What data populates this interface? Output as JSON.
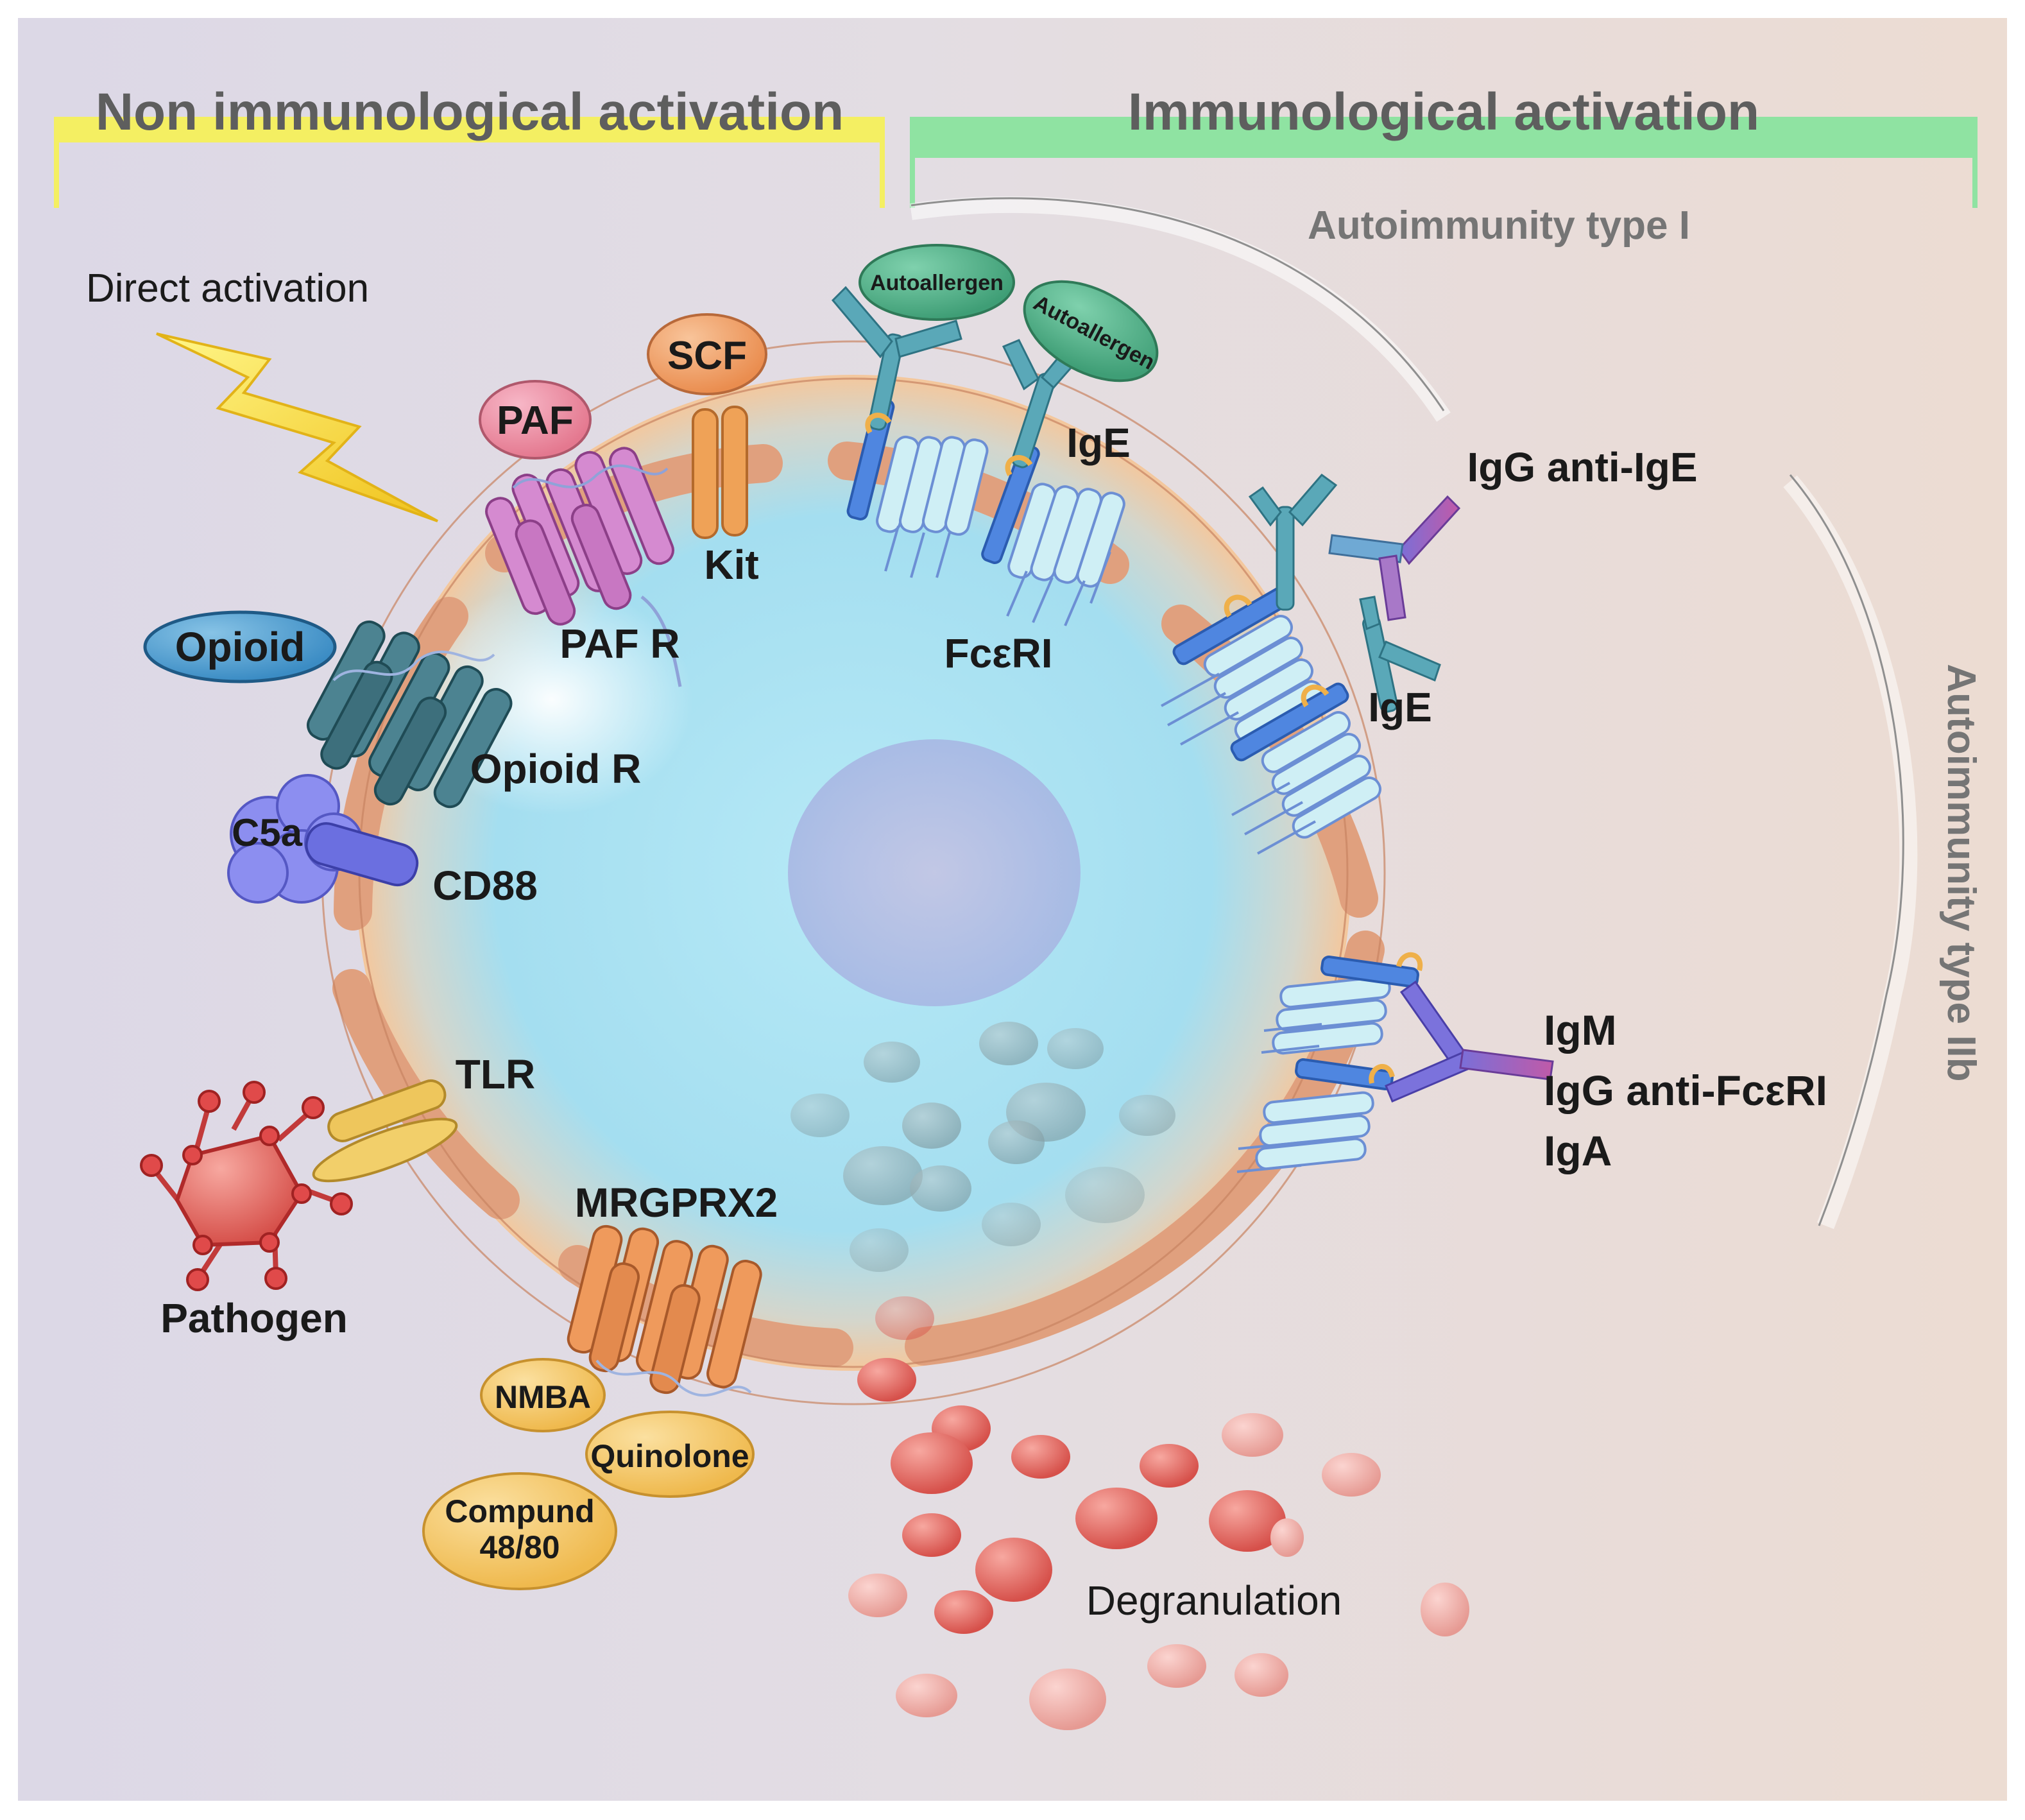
{
  "headers": {
    "non_immunological": "Non immunological activation",
    "immunological": "Immunological activation",
    "autoimmunity_type_i": "Autoimmunity type I",
    "autoimmunity_type_iib": "Autoimmunity type IIb"
  },
  "labels": {
    "direct_activation": "Direct activation",
    "scf": "SCF",
    "kit": "Kit",
    "paf": "PAF",
    "paf_r": "PAF R",
    "opioid": "Opioid",
    "opioid_r": "Opioid R",
    "c5a": "C5a",
    "cd88": "CD88",
    "tlr": "TLR",
    "pathogen": "Pathogen",
    "mrgprx2": "MRGPRX2",
    "nmba": "NMBA",
    "quinolone": "Quinolone",
    "compound_line1": "Compund",
    "compound_line2": "48/80",
    "autoallergen_1": "Autoallergen",
    "autoallergen_2": "Autoallergen",
    "ige_1": "IgE",
    "fceri": "FcεRI",
    "igg_anti_ige": "IgG anti-IgE",
    "ige_2": "IgE",
    "igm": "IgM",
    "igg_anti_fceri": "IgG anti-FcεRI",
    "iga": "IgA",
    "degranulation": "Degranulation"
  },
  "colors": {
    "yellow_bar": "#f4ef62",
    "green_bar": "#8fe3a2",
    "membrane": "#e0a07e",
    "cytoplasm": "#a9e2f1",
    "granule": "#d9534f",
    "heading_text": "#5e5e5e"
  }
}
